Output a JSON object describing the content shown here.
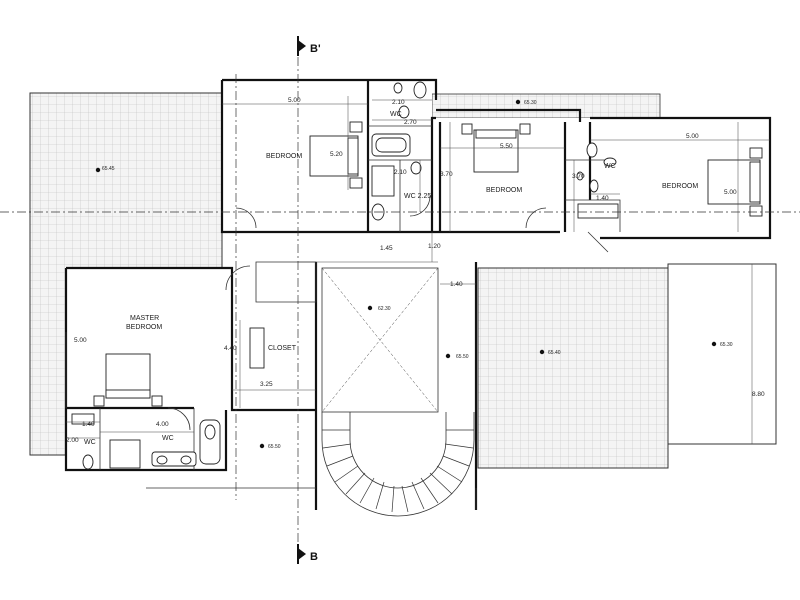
{
  "section_markers": {
    "top": "B'",
    "bottom": "B"
  },
  "rooms": {
    "bedroom_1": "BEDROOM",
    "bedroom_2": "BEDROOM",
    "bedroom_3": "BEDROOM",
    "master_line1": "MASTER",
    "master_line2": "BEDROOM",
    "closet": "CLOSET",
    "wc_1": "WC",
    "wc_2": "WC 2.25",
    "wc_3": "WC",
    "wc_4": "WC",
    "wc_5": "WC"
  },
  "dimensions": {
    "d_500_bed1": "5.00",
    "d_520": "5.20",
    "d_210_a": "2.10",
    "d_270": "2.70",
    "d_210_b": "2.10",
    "d_550": "5.50",
    "d_370_a": "3.70",
    "d_370_b": "3.70",
    "d_500_bed3w": "5.00",
    "d_500_bed3h": "5.00",
    "d_140_bath": "1.40",
    "d_145": "1.45",
    "d_120": "1.20",
    "d_140_stair": "1.40",
    "d_500_master": "5.00",
    "d_440": "4.40",
    "d_325": "3.25",
    "d_140_wc": "1.40",
    "d_200": "2.00",
    "d_400": "4.00",
    "d_880": "8.80"
  },
  "levels": {
    "roof_left": "65.45",
    "corridor_top": "65.30",
    "void": "62.30",
    "landing": "65.50",
    "terrace_mid": "65.40",
    "terrace_right": "65.30",
    "bath_bottom": "65.50"
  }
}
